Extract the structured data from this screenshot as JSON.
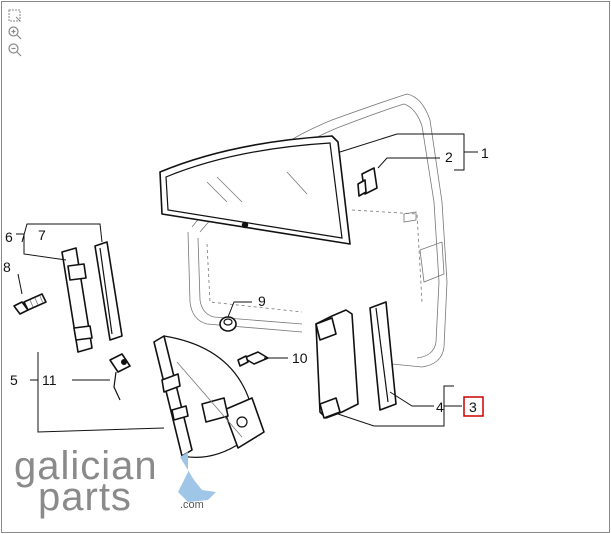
{
  "toolbar": {
    "items": [
      {
        "name": "fit-page-icon"
      },
      {
        "name": "zoom-in-icon"
      },
      {
        "name": "zoom-out-icon"
      }
    ]
  },
  "callouts": {
    "c1": "1",
    "c2": "2",
    "c3": "3",
    "c4": "4",
    "c5": "5",
    "c6": "6",
    "c7": "7",
    "c8": "8",
    "c9": "9",
    "c10": "10",
    "c11": "11"
  },
  "logo": {
    "line1": "galician",
    "line2": "parts",
    "suffix": ".com"
  },
  "colors": {
    "highlight": "#cc0000",
    "logo_gray": "#8a8a8a",
    "logo_blue": "#9fc6e6"
  }
}
